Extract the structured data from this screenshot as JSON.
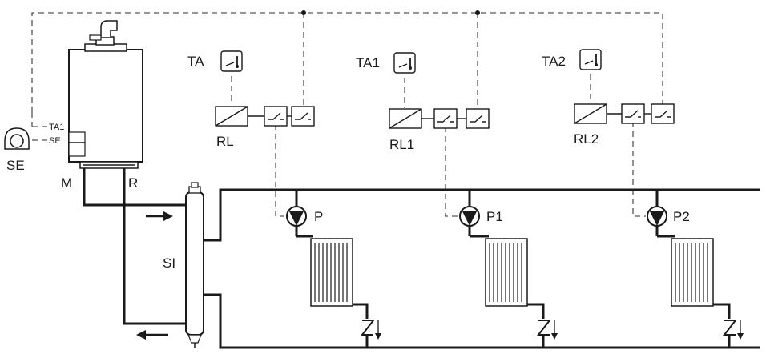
{
  "labels": {
    "se_sensor": "SE",
    "boiler_terminal_ta1": "TA1",
    "boiler_terminal_se": "SE",
    "flow": "M",
    "return": "R",
    "separator": "SI",
    "zones": [
      {
        "thermostat": "TA",
        "relay": "RL",
        "pump": "P"
      },
      {
        "thermostat": "TA1",
        "relay": "RL1",
        "pump": "P1"
      },
      {
        "thermostat": "TA2",
        "relay": "RL2",
        "pump": "P2"
      }
    ]
  },
  "icons": {
    "thermostat": "thermometer-icon",
    "relay": "relay-box-icon",
    "switch": "switch-contact-icon",
    "pump": "pump-triangle-icon",
    "radiator": "radiator-icon",
    "valve": "check-valve-icon",
    "sensor": "outdoor-sensor-icon"
  },
  "colors": {
    "line": "#1a1a1a",
    "dashed": "#555555"
  }
}
